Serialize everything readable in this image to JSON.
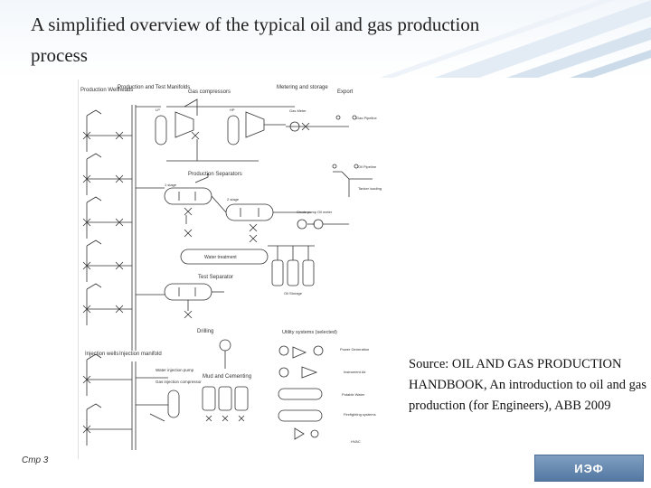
{
  "slide": {
    "title": "A simplified overview of the typical oil and gas production process",
    "page_number": "Стр  3",
    "logo_text": "ИЭФ"
  },
  "source": {
    "text": "Source: OIL AND GAS PRODUCTION HANDBOOK,  An introduction to oil and gas production (for Engineers), ABB 2009"
  },
  "diagram": {
    "labels": {
      "production_wellheads": "Production Wellheads",
      "production_manifolds": "Production and Test Manifolds",
      "gas_compressors": "Gas compressors",
      "metering_storage": "Metering and storage",
      "export": "Export",
      "production_separators": "Production Separators",
      "water_treatment": "Water treatment",
      "test_separator": "Test Separator",
      "drilling": "Drilling",
      "injection_wells": "Injection wells",
      "injection_manifold": "Injection manifold",
      "mud_cementing": "Mud and Cementing",
      "utility_systems": "Utility systems (selected)",
      "water_injection_pump": "Water injection pump",
      "gas_injection_compressor": "Gas injection compressor",
      "power_generation": "Power Generation",
      "instrument_air": "Instrument Air",
      "potable_water": "Potable Water",
      "firefighting": "Firefighting systems",
      "hvac": "HVAC",
      "oil_storage": "Oil Storage",
      "gas_meter": "Gas Meter",
      "gas_pipeline": "Gas Pipeline",
      "lp": "LP",
      "hp": "HP",
      "stage1": "1 stage",
      "stage2": "2 stage",
      "crude_pump": "Crude pump",
      "oil_meter": "Oil meter",
      "oil_pipeline": "Oil Pipeline",
      "tanker_loading": "Tanker loading"
    }
  }
}
